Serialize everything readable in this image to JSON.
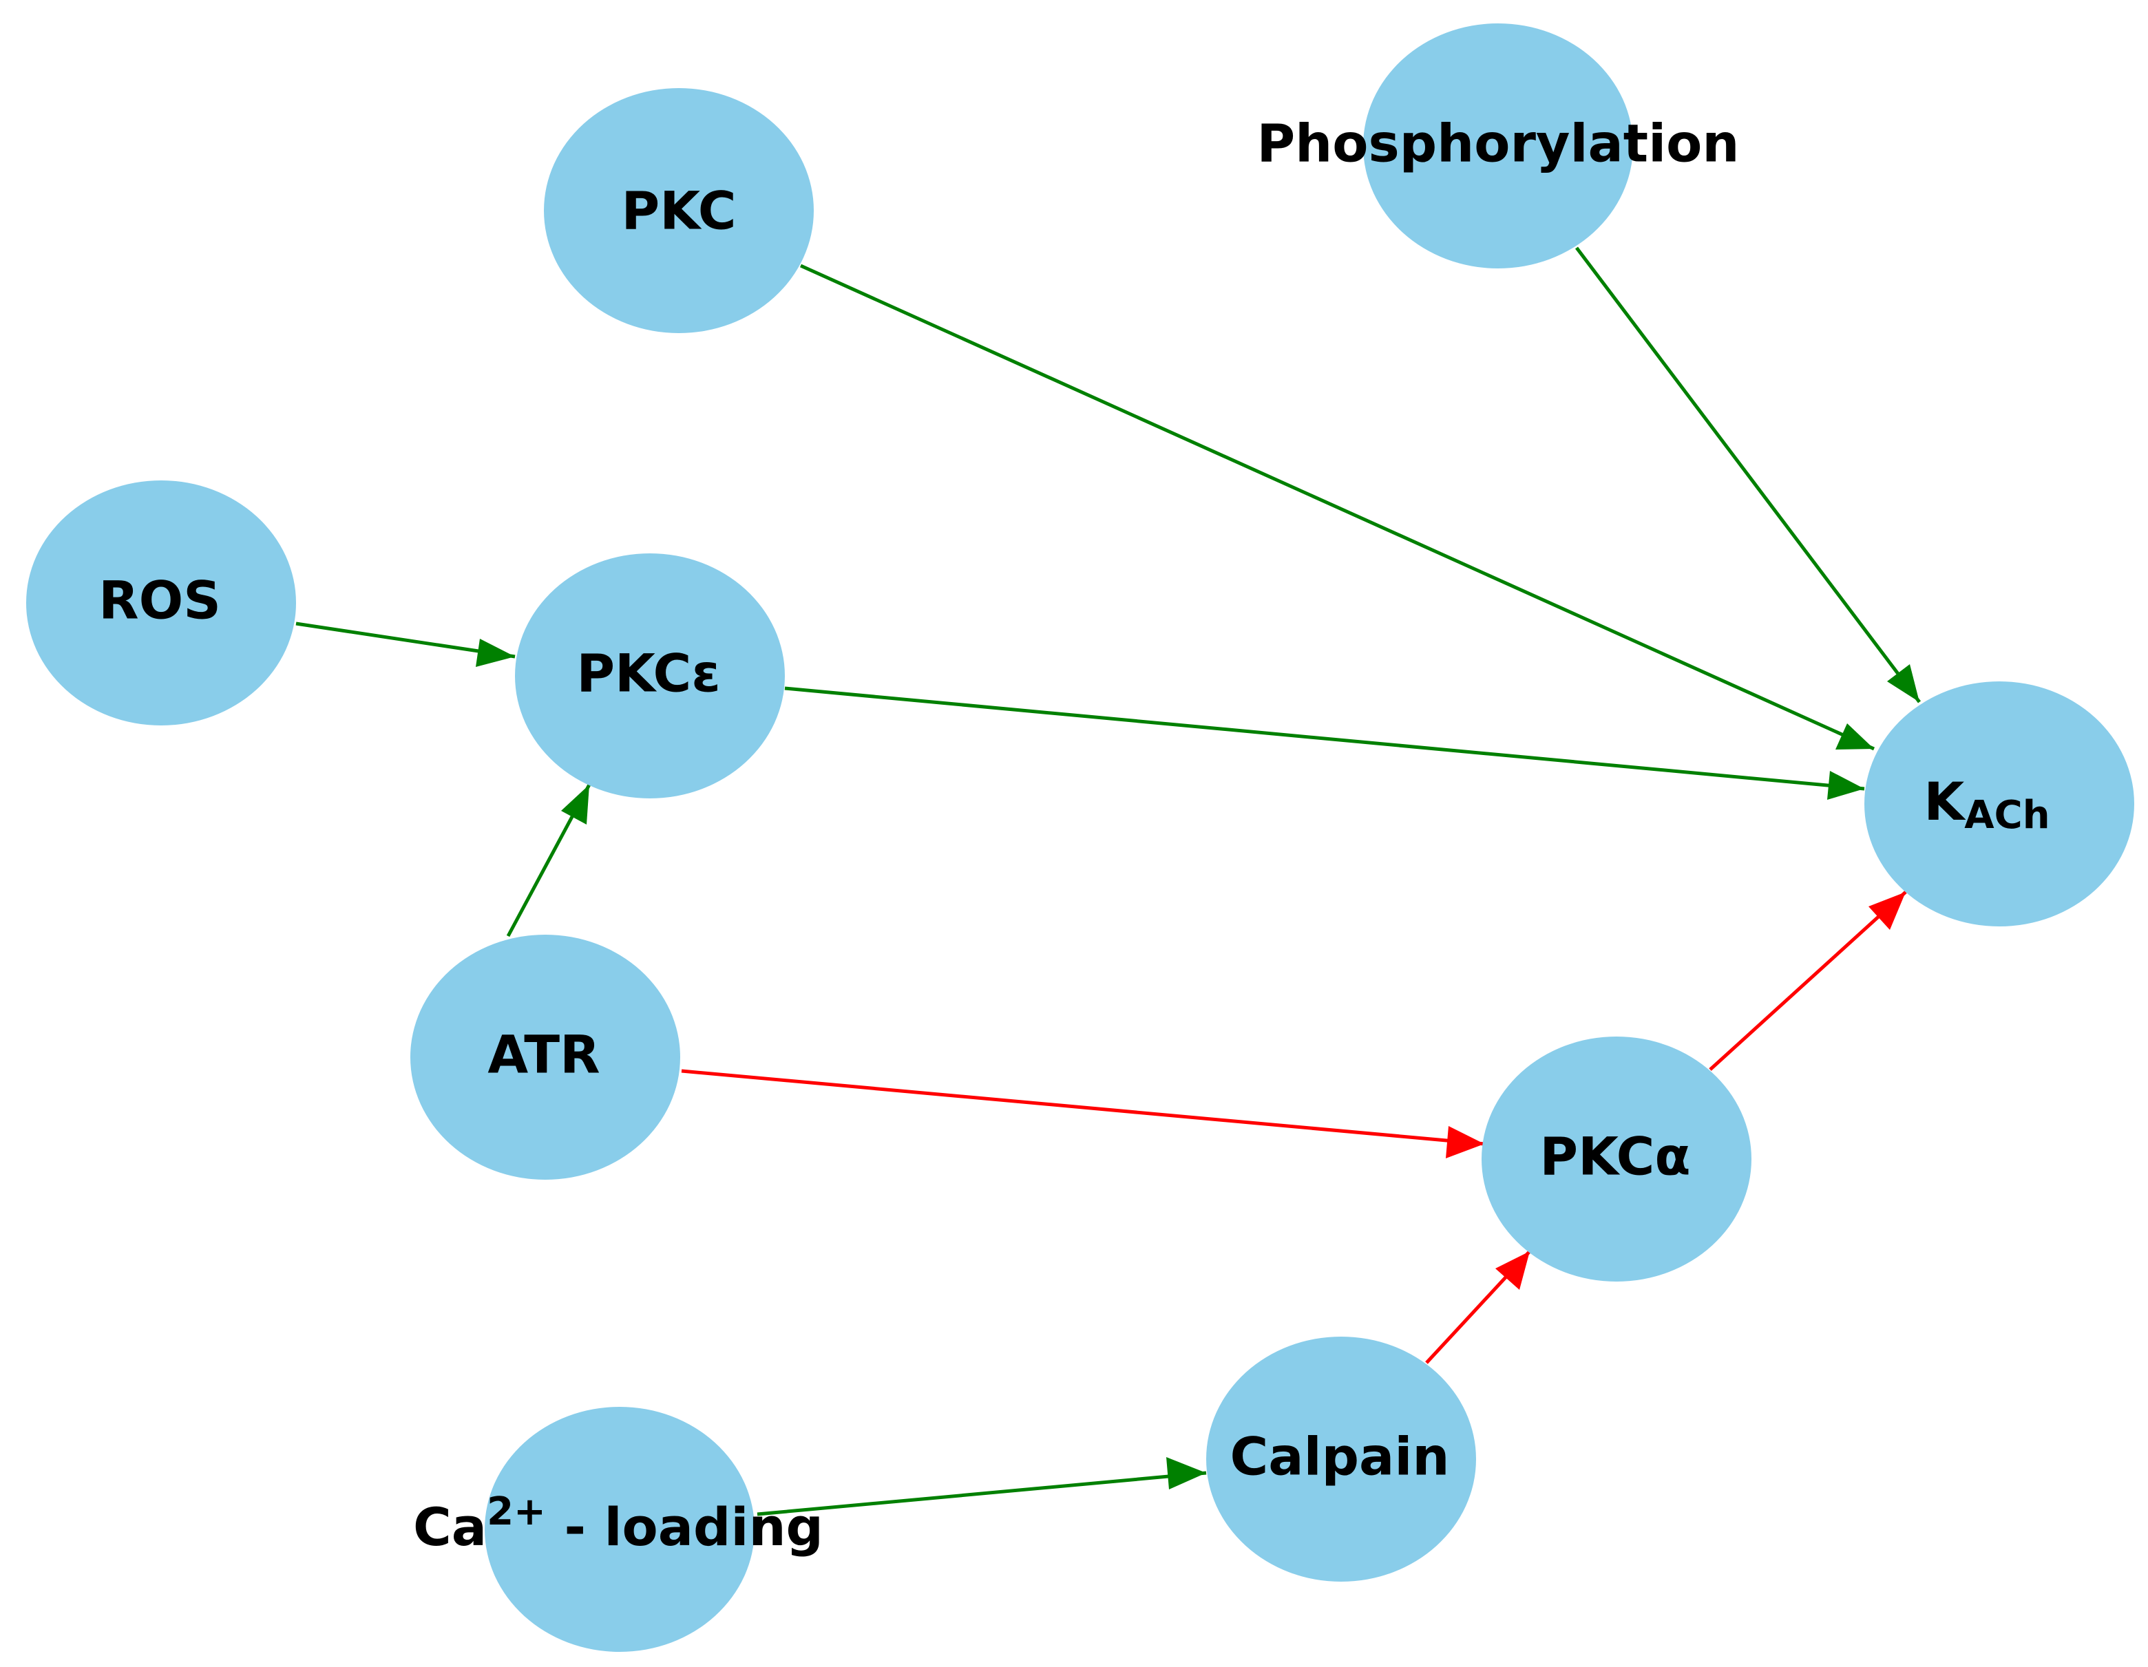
{
  "diagram": {
    "colors": {
      "node_fill": "#89CDEA",
      "activation": "#008000",
      "inhibition": "#FF0000",
      "text": "#000000"
    },
    "nodes": {
      "pkc": {
        "label": "PKC"
      },
      "phosphorylation": {
        "label": "Phosphorylation"
      },
      "ros": {
        "label": "ROS"
      },
      "pkce": {
        "label": "PKCε"
      },
      "kach": {
        "label": "K",
        "subscript": "ACh"
      },
      "atr": {
        "label": "ATR"
      },
      "pkca": {
        "label": "PKCα"
      },
      "calpain": {
        "label": "Calpain"
      },
      "ca": {
        "label_prefix": "Ca",
        "superscript": "2+",
        "label_suffix": " - loading"
      }
    },
    "edges": [
      {
        "from": "PKC",
        "to": "KACh",
        "color": "green"
      },
      {
        "from": "Phosphorylation",
        "to": "KACh",
        "color": "green"
      },
      {
        "from": "ROS",
        "to": "PKCε",
        "color": "green"
      },
      {
        "from": "PKCε",
        "to": "KACh",
        "color": "green"
      },
      {
        "from": "ATR",
        "to": "PKCε",
        "color": "green"
      },
      {
        "from": "ATR",
        "to": "PKCα",
        "color": "red"
      },
      {
        "from": "PKCα",
        "to": "KACh",
        "color": "red"
      },
      {
        "from": "Calpain",
        "to": "PKCα",
        "color": "red"
      },
      {
        "from": "Ca2+ - loading",
        "to": "Calpain",
        "color": "green"
      }
    ]
  }
}
